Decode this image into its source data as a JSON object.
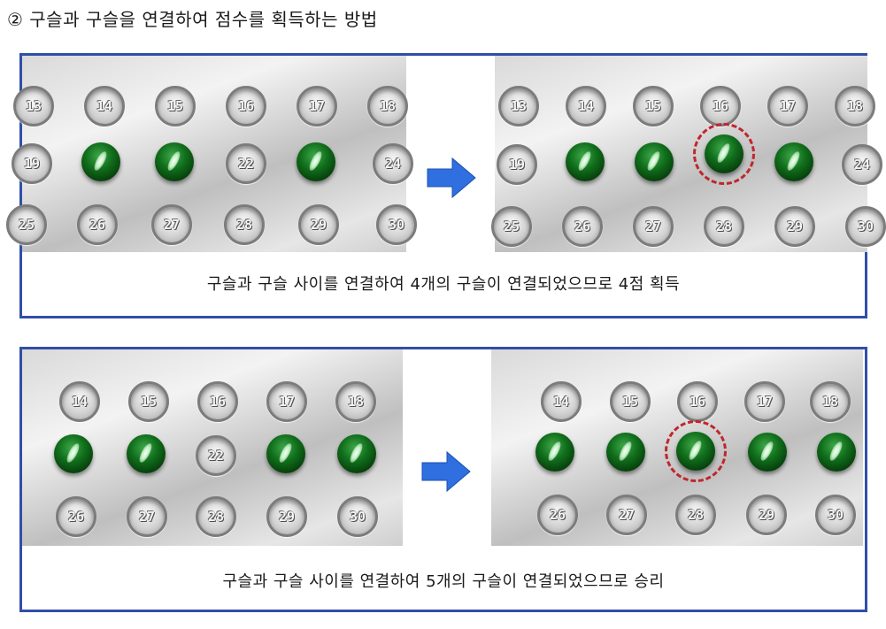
{
  "heading": "② 구슬과 구슬을 연결하여 점수를 획득하는 방법",
  "panels": [
    {
      "caption": "구슬과 구슬 사이를 연결하여 4개의 구슬이 연결되었으므로 4점 획득",
      "left_board": {
        "row1": [
          "13",
          "14",
          "15",
          "16",
          "17",
          "18"
        ],
        "row2_label_left": "19",
        "row2_label_22": "22",
        "row2_label_24": "24",
        "row3": [
          "25",
          "26",
          "27",
          "28",
          "29",
          "30"
        ]
      },
      "right_board": {
        "row1": [
          "13",
          "14",
          "15",
          "16",
          "17",
          "18"
        ],
        "row2_label_left": "19",
        "row2_label_24": "24",
        "row3": [
          "25",
          "26",
          "27",
          "28",
          "29",
          "30"
        ]
      }
    },
    {
      "caption": "구슬과 구슬 사이를 연결하여 5개의 구슬이 연결되었으므로 승리",
      "left_board": {
        "row1": [
          "14",
          "15",
          "16",
          "17",
          "18"
        ],
        "row2_label_22": "22",
        "row3": [
          "26",
          "27",
          "28",
          "29",
          "30"
        ]
      },
      "right_board": {
        "row1": [
          "14",
          "15",
          "16",
          "17",
          "18"
        ],
        "row3": [
          "26",
          "27",
          "28",
          "29",
          "30"
        ]
      }
    }
  ],
  "colors": {
    "border": "#2f4fa8",
    "arrow": "#2f6fe0",
    "highlight": "#c0262c",
    "marble": "#116f1c"
  }
}
